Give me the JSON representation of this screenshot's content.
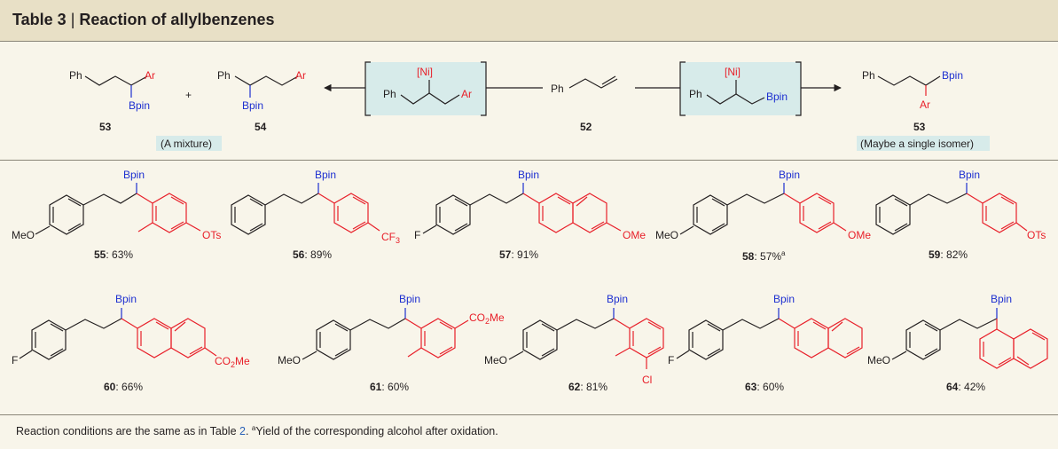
{
  "title": {
    "table": "Table 3",
    "separator": "|",
    "text": "Reaction of allylbenzenes"
  },
  "scheme": {
    "ph": "Ph",
    "ar": "Ar",
    "bpin": "Bpin",
    "ni": "[Ni]",
    "plus": "+",
    "cmpd_53": "53",
    "cmpd_54": "54",
    "cmpd_52": "52",
    "note_mixture": "(A mixture)",
    "note_single": "(Maybe a single isomer)"
  },
  "substituents": {
    "meo": "MeO",
    "ots": "OTs",
    "cf3_main": "CF",
    "cf3_sub": "3",
    "f": "F",
    "ome": "OMe",
    "co2me_a": "CO",
    "co2me_b": "2",
    "co2me_c": "Me",
    "cl": "Cl"
  },
  "compounds": [
    {
      "id": "55",
      "yield": ": 63%",
      "note": ""
    },
    {
      "id": "56",
      "yield": ": 89%",
      "note": ""
    },
    {
      "id": "57",
      "yield": ": 91%",
      "note": ""
    },
    {
      "id": "58",
      "yield": ": 57%",
      "note": "a"
    },
    {
      "id": "59",
      "yield": ": 82%",
      "note": ""
    },
    {
      "id": "60",
      "yield": ": 66%",
      "note": ""
    },
    {
      "id": "61",
      "yield": ": 60%",
      "note": ""
    },
    {
      "id": "62",
      "yield": ": 81%",
      "note": ""
    },
    {
      "id": "63",
      "yield": ": 60%",
      "note": ""
    },
    {
      "id": "64",
      "yield": ": 42%",
      "note": ""
    }
  ],
  "footer": {
    "part1": "Reaction conditions are the same as in Table ",
    "ref": "2",
    "part2": ". ",
    "sup": "a",
    "part3": "Yield of the corresponding alcohol after oxidation."
  },
  "colors": {
    "title_bg": "#e8e0c6",
    "page_bg": "#f8f5ea",
    "box_bg": "#d7ebea",
    "red": "#e8202a",
    "blue": "#1d2fd0"
  }
}
